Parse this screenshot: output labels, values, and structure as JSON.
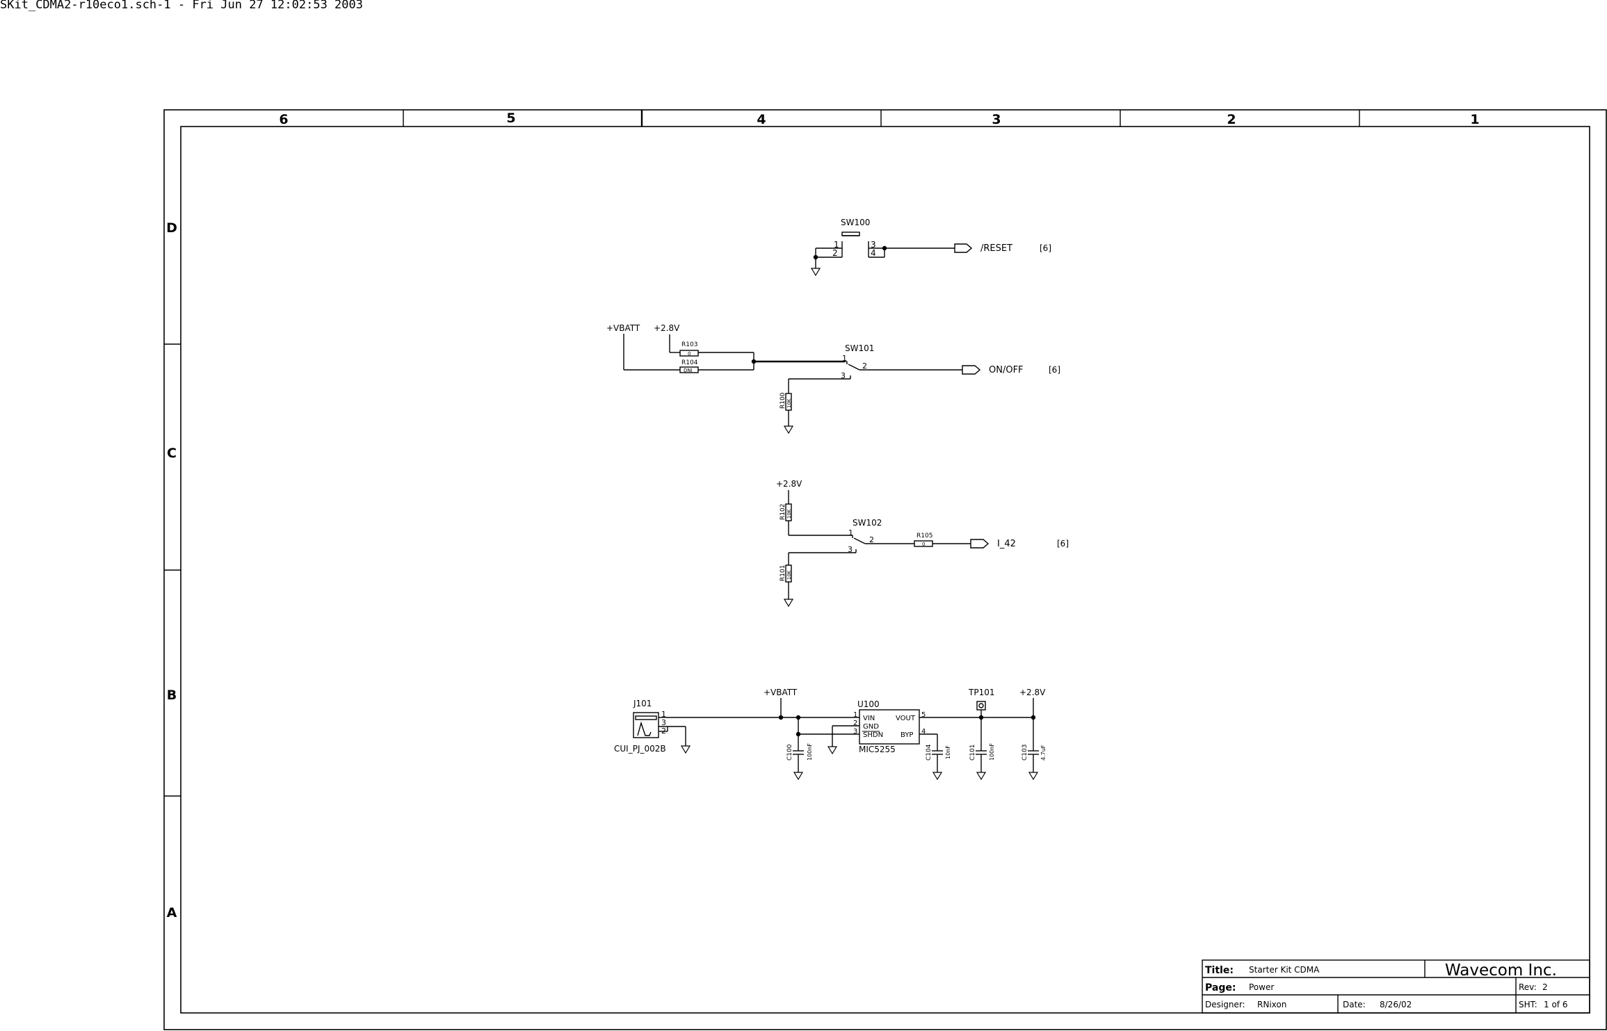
{
  "header": {
    "text": "SKit_CDMA2-r10eco1.sch-1 - Fri Jun 27 12:02:53 2003"
  },
  "border": {
    "columns": [
      "6",
      "5",
      "4",
      "3",
      "2",
      "1"
    ],
    "rows": [
      "D",
      "C",
      "B",
      "A"
    ]
  },
  "reset_block": {
    "ref": "SW100",
    "pins": [
      "1",
      "2",
      "3",
      "4"
    ],
    "net": "/RESET",
    "sheet_ref": "[6]"
  },
  "onoff_block": {
    "rails": [
      "+VBATT",
      "+2.8V"
    ],
    "r103": {
      "ref": "R103",
      "value": "0"
    },
    "r104": {
      "ref": "R104",
      "value": "DNI"
    },
    "sw": {
      "ref": "SW101",
      "pins": [
        "1",
        "2",
        "3"
      ]
    },
    "r100": {
      "ref": "R100",
      "value": "10K"
    },
    "net": "ON/OFF",
    "sheet_ref": "[6]"
  },
  "i42_block": {
    "rail": "+2.8V",
    "r102": {
      "ref": "R102",
      "value": "10K"
    },
    "sw": {
      "ref": "SW102",
      "pins": [
        "1",
        "2",
        "3"
      ]
    },
    "r105": {
      "ref": "R105",
      "value": "0"
    },
    "r101": {
      "ref": "R101",
      "value": "10K"
    },
    "net": "I_42",
    "sheet_ref": "[6]"
  },
  "power_block": {
    "jack": {
      "ref": "J101",
      "part": "CUI_PJ_002B",
      "pins": [
        "1",
        "3",
        "2"
      ]
    },
    "vbatt": "+VBATT",
    "regulator": {
      "ref": "U100",
      "part": "MIC5255",
      "pins": [
        "VIN",
        "GND",
        "SHDN",
        "VOUT",
        "BYP"
      ],
      "pin_numbers": [
        "1",
        "2",
        "3",
        "5",
        "4"
      ]
    },
    "tp": "TP101",
    "rail_out": "+2.8V",
    "c100": {
      "ref": "C100",
      "value": "100nF"
    },
    "c104": {
      "ref": "C104",
      "value": "10nF"
    },
    "c101": {
      "ref": "C101",
      "value": "100nF"
    },
    "c103": {
      "ref": "C103",
      "value": "4.7uF"
    }
  },
  "title_block": {
    "title_label": "Title:",
    "title": "Starter Kit CDMA",
    "company": "Wavecom Inc.",
    "page_label": "Page:",
    "page": "Power",
    "rev_label": "Rev:",
    "rev": "2",
    "designer_label": "Designer:",
    "designer": "RNixon",
    "date_label": "Date:",
    "date": "8/26/02",
    "sheet_label": "SHT:",
    "sheet": "1 of 6"
  }
}
